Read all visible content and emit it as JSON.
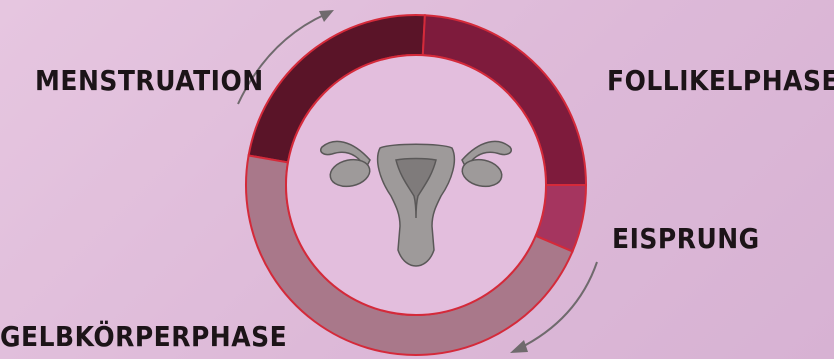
{
  "phases": {
    "menstruation": {
      "label": "MENSTRUATION",
      "color": "#5a1428"
    },
    "follikelphase": {
      "label": "FOLLIKELPHASE",
      "color": "#7e1b3c"
    },
    "eisprung": {
      "label": "EISPRUNG",
      "color": "#a5355f"
    },
    "gelbkoerperphase": {
      "label": "GELBKÖRPERPHASE",
      "color": "#a9788a"
    }
  },
  "colors": {
    "background": "#e0bedb",
    "ring_outline": "#d42a3a",
    "inner_disc": "#e3bedd",
    "uterus": "#9e9a9a",
    "uterus_outline": "#5a5858",
    "arrows": "#6f6a6d"
  },
  "icons": {
    "center": "uterus-icon",
    "arrow_top": "cycle-arrow-top",
    "arrow_bottom": "cycle-arrow-bottom"
  }
}
